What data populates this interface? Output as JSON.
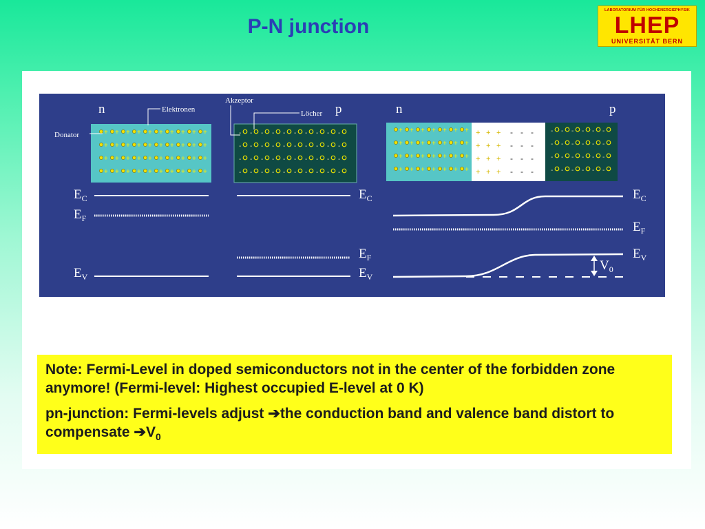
{
  "slide": {
    "title": "P-N junction"
  },
  "logo": {
    "line1": "LABORATORIUM FÜR HOCHENERGIEPHYSIK",
    "line2": "LHEP",
    "line3": "UNIVERSITÄT BERN"
  },
  "diagram": {
    "labels": {
      "n_left": "n",
      "p_left": "p",
      "n_right": "n",
      "p_right": "p",
      "elektronen": "Elektronen",
      "donator": "Donator",
      "akzeptor": "Akzeptor",
      "locher": "Löcher",
      "E": "E",
      "sub_c": "C",
      "sub_f": "F",
      "sub_v": "V",
      "V": "V",
      "sub_0": "0"
    }
  },
  "note": {
    "line1": "Note: Fermi-Level in doped semiconductors not in the center of the forbidden zone anymore! (Fermi-level: Highest occupied E-level at 0 K)",
    "line2_a": "pn-junction: Fermi-levels adjust ",
    "arrow": "➔",
    "line2_b": "the conduction band and valence band distort to compensate ",
    "v": "V",
    "v_sub": "0"
  },
  "colors": {
    "title": "#2b3fb5",
    "diagram_bg": "#2e3e8a",
    "n_region": "#56c6c6",
    "p_region": "#0f4a44",
    "note_bg": "#ffff1a",
    "logo_bg": "#ffe600",
    "logo_text": "#c00000"
  }
}
